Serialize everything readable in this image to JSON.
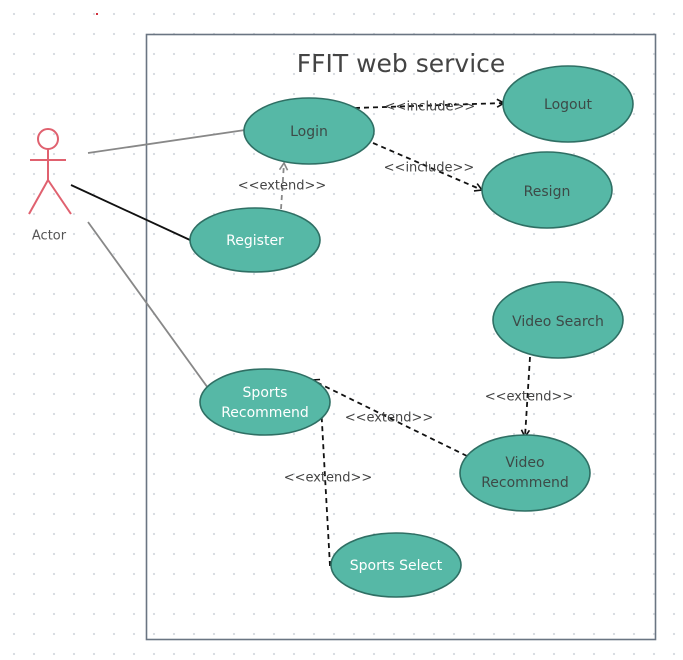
{
  "diagram": {
    "system_title": "FFIT web service",
    "actor_label": "Actor",
    "use_cases": {
      "login": "Login",
      "logout": "Logout",
      "resign": "Resign",
      "register": "Register",
      "sports_recommend": [
        "Sports",
        "Recommend"
      ],
      "video_search": "Video Search",
      "video_recommend": [
        "Video",
        "Recommend"
      ],
      "sports_select": "Sports Select"
    },
    "relations": {
      "login_logout": "<<include>>",
      "login_resign": "<<include>>",
      "register_login": "<<extend>>",
      "video_recommend_sports": "<<extend>>",
      "video_search_video_recommend": "<<extend>>",
      "sports_select_sports": "<<extend>>"
    },
    "colors": {
      "use_case_fill": "#56b8a6",
      "use_case_stroke": "#2f6f64",
      "use_case_text_dark": "#3d4a47",
      "use_case_text_light": "#ffffff",
      "actor": "#e0616f",
      "system_border": "#6a7582"
    }
  }
}
